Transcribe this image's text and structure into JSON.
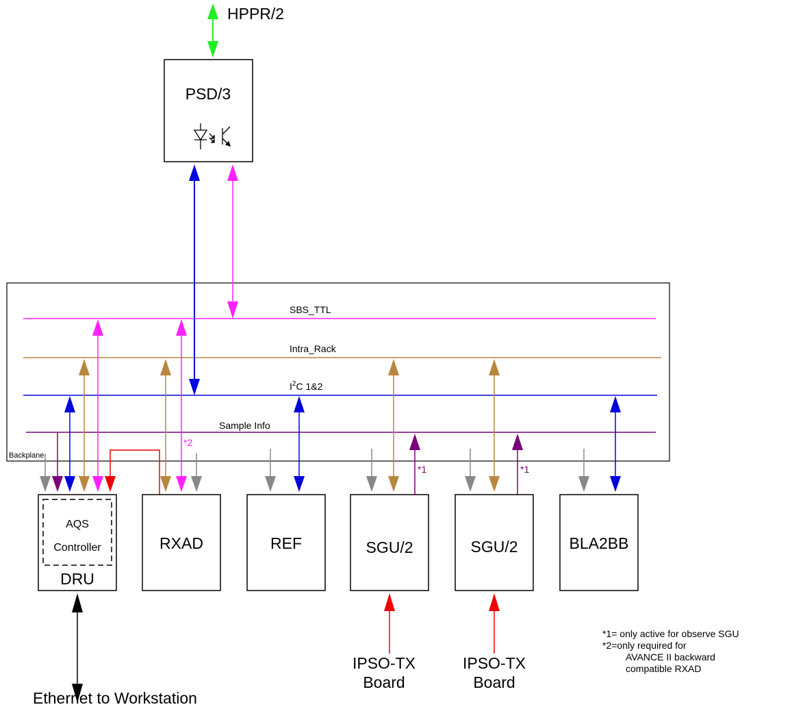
{
  "top_label": "HPPR/2",
  "psd_label": "PSD/3",
  "buses": {
    "sbs": "SBS_TTL",
    "intra": "Intra_Rack",
    "i2c_prefix": "I",
    "i2c_sup": "2",
    "i2c_suffix": "C 1&2",
    "sample": "Sample Info"
  },
  "backplane_label": "Backplane",
  "boards": {
    "dru": "DRU",
    "aqs_line1": "AQS",
    "aqs_line2": "Controller",
    "rxad": "RXAD",
    "ref": "REF",
    "sgu1": "SGU/2",
    "sgu2": "SGU/2",
    "bla": "BLA2BB"
  },
  "marks": {
    "star2": "*2",
    "star1a": "*1",
    "star1b": "*1"
  },
  "ipso1_line1": "IPSO-TX",
  "ipso1_line2": "Board",
  "ipso2_line1": "IPSO-TX",
  "ipso2_line2": "Board",
  "ethernet": "Ethernet to Workstation",
  "notes": {
    "n1": "*1= only active for observe SGU",
    "n2": "*2=only required for",
    "n3": "AVANCE II backward",
    "n4": "compatible RXAD"
  },
  "colors": {
    "sbs": "#ff22ff",
    "intra": "#b8873f",
    "i2c": "#0000dd",
    "sample": "#7a0077",
    "green": "#22ee22",
    "red": "#ee0000",
    "gray": "#888888"
  }
}
